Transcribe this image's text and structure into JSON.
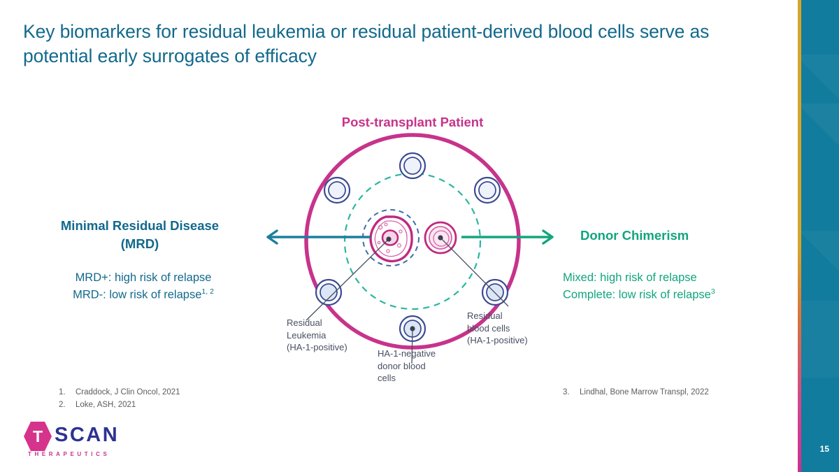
{
  "slide": {
    "number": "15",
    "title": "Key biomarkers for residual leukemia or residual patient-derived blood cells serve as potential early surrogates of efficacy"
  },
  "colors": {
    "title_blue": "#12698c",
    "panel_teal": "#117c9e",
    "magenta": "#c7338b",
    "green": "#12a57e",
    "navy_cell": "#3b4a94",
    "callout_gray": "#4a4f63",
    "logo_navy": "#2d3391",
    "logo_pink": "#d6338d",
    "stripe_gold": "#d9a528"
  },
  "left": {
    "heading_line1": "Minimal Residual Disease",
    "heading_line2": "(MRD)",
    "body_line1": "MRD+: high risk of relapse",
    "body_line2_text": "MRD-: low risk of relapse",
    "body_line2_sup": "1, 2",
    "arrow_direction": "left"
  },
  "right": {
    "heading": "Donor Chimerism",
    "body_line1": "Mixed: high risk of relapse",
    "body_line2_text": "Complete: low risk of relapse",
    "body_line2_sup": "3",
    "arrow_direction": "right"
  },
  "diagram": {
    "title": "Post-transplant Patient",
    "outer_circle_color": "#c7338b",
    "dashed_teal_circle_color": "#2bb6a0",
    "dashed_blue_circle_color": "#3b6fa8",
    "donor_cell_count": 6,
    "callouts": {
      "leukemia": "Residual Leukemia (HA-1-positive)",
      "leukemia_lines": [
        "Residual",
        "Leukemia",
        "(HA-1-positive)"
      ],
      "donor_cells": "HA-1-negative donor blood cells",
      "donor_cells_lines": [
        "HA-1-negative",
        "donor blood",
        "cells"
      ],
      "blood_cells": "Residual blood cells (HA-1-positive)",
      "blood_cells_lines": [
        "Residual",
        "blood cells",
        "(HA-1-positive)"
      ]
    }
  },
  "footnotes": {
    "left": [
      {
        "num": "1.",
        "text": "Craddock, J Clin Oncol, 2021"
      },
      {
        "num": "2.",
        "text": "Loke, ASH, 2021"
      }
    ],
    "right": [
      {
        "num": "3.",
        "text": "Lindhal, Bone Marrow Transpl, 2022"
      }
    ]
  },
  "logo": {
    "mark_letter": "T",
    "wordmark": "SCAN",
    "tagline": "THERAPEUTICS"
  }
}
